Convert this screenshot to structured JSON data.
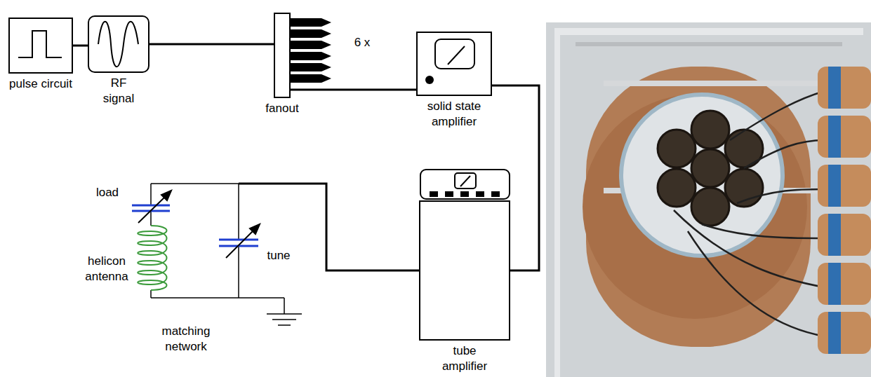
{
  "diagram": {
    "nodes": [
      {
        "text": [
          "pulse circuit"
        ]
      },
      {
        "text": [
          "RF signal"
        ]
      },
      {
        "text": [
          "fanout"
        ]
      },
      {
        "text": [
          "solid state amplifier"
        ]
      },
      {
        "text": [
          "tube amplifier"
        ]
      }
    ],
    "edges": [
      {
        "from": 0,
        "to": 1,
        "arrow": "none"
      },
      {
        "from": 1,
        "to": 2,
        "arrow": "none"
      },
      {
        "from": 2,
        "to": 3,
        "arrow": "none"
      },
      {
        "from": 3,
        "to": 4,
        "arrow": "none"
      }
    ],
    "labels": [
      "6 x",
      "load",
      "helicon antenna",
      "tune",
      "matching network"
    ]
  }
}
